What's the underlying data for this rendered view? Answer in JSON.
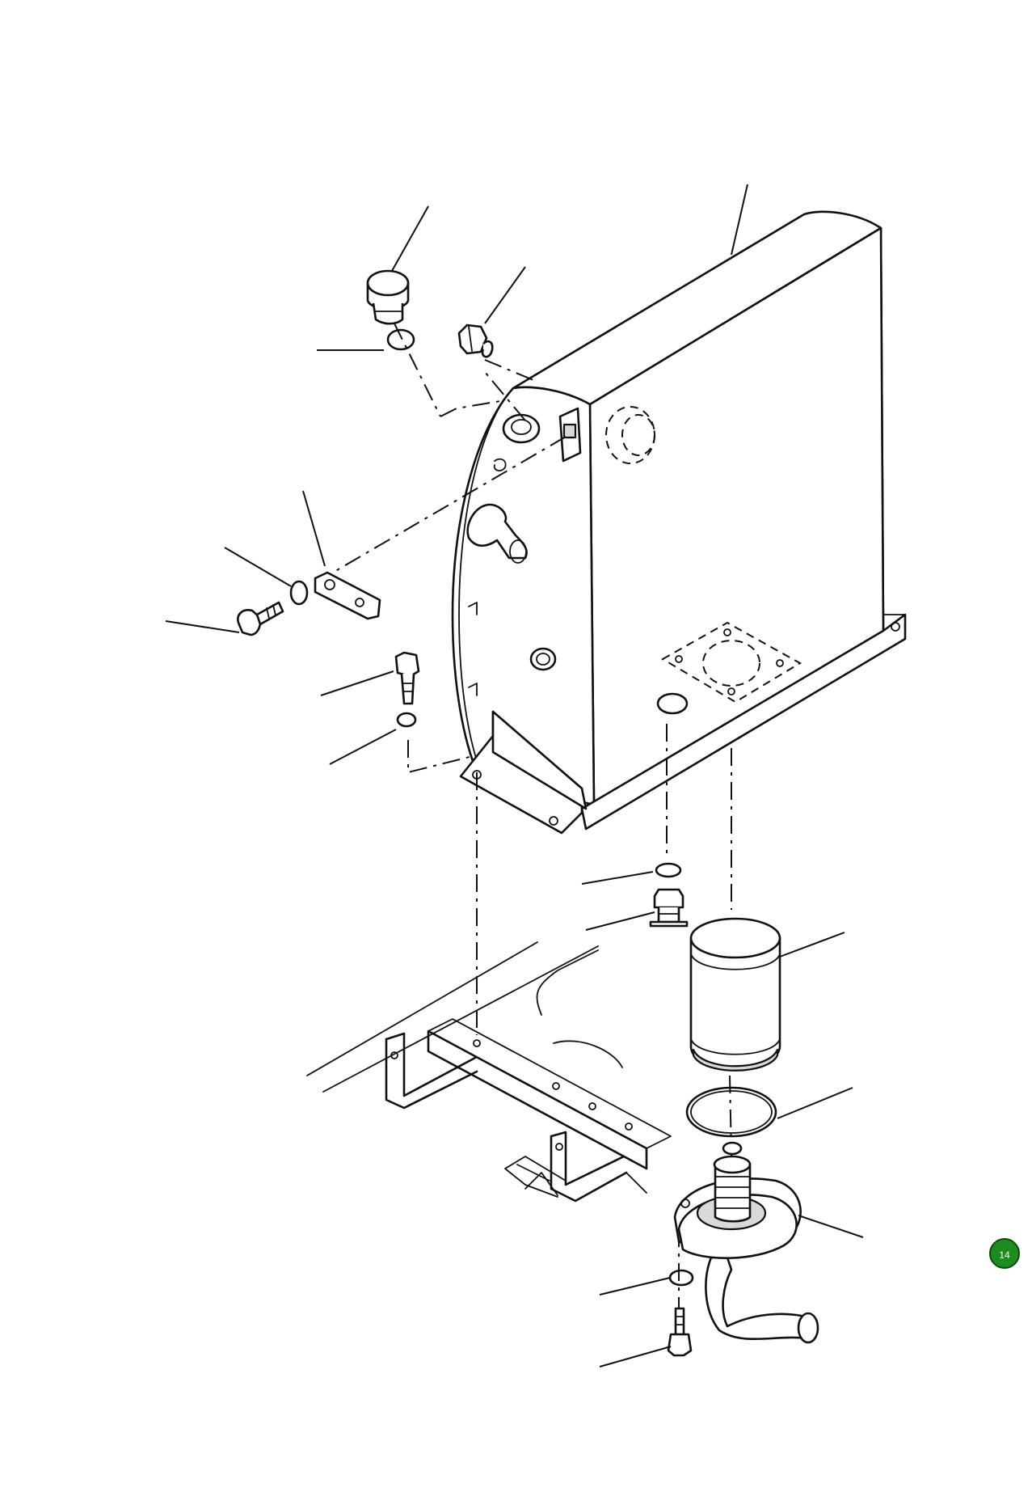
{
  "diagram": {
    "kind": "exploded parts view",
    "parts": [
      "oil-tank",
      "breather-cap",
      "breather-o-ring",
      "plug",
      "level-gauge-bracket",
      "bracket-washer",
      "bracket-bolt",
      "tank-bolt",
      "tank-washer",
      "drain-o-ring",
      "drain-plug",
      "filter-element",
      "filter-seal-ring",
      "filter-head",
      "filter-head-washer",
      "filter-head-bolt",
      "mounting-frame"
    ]
  },
  "page_badge": {
    "number": "14",
    "color": "#1f8a1f"
  }
}
